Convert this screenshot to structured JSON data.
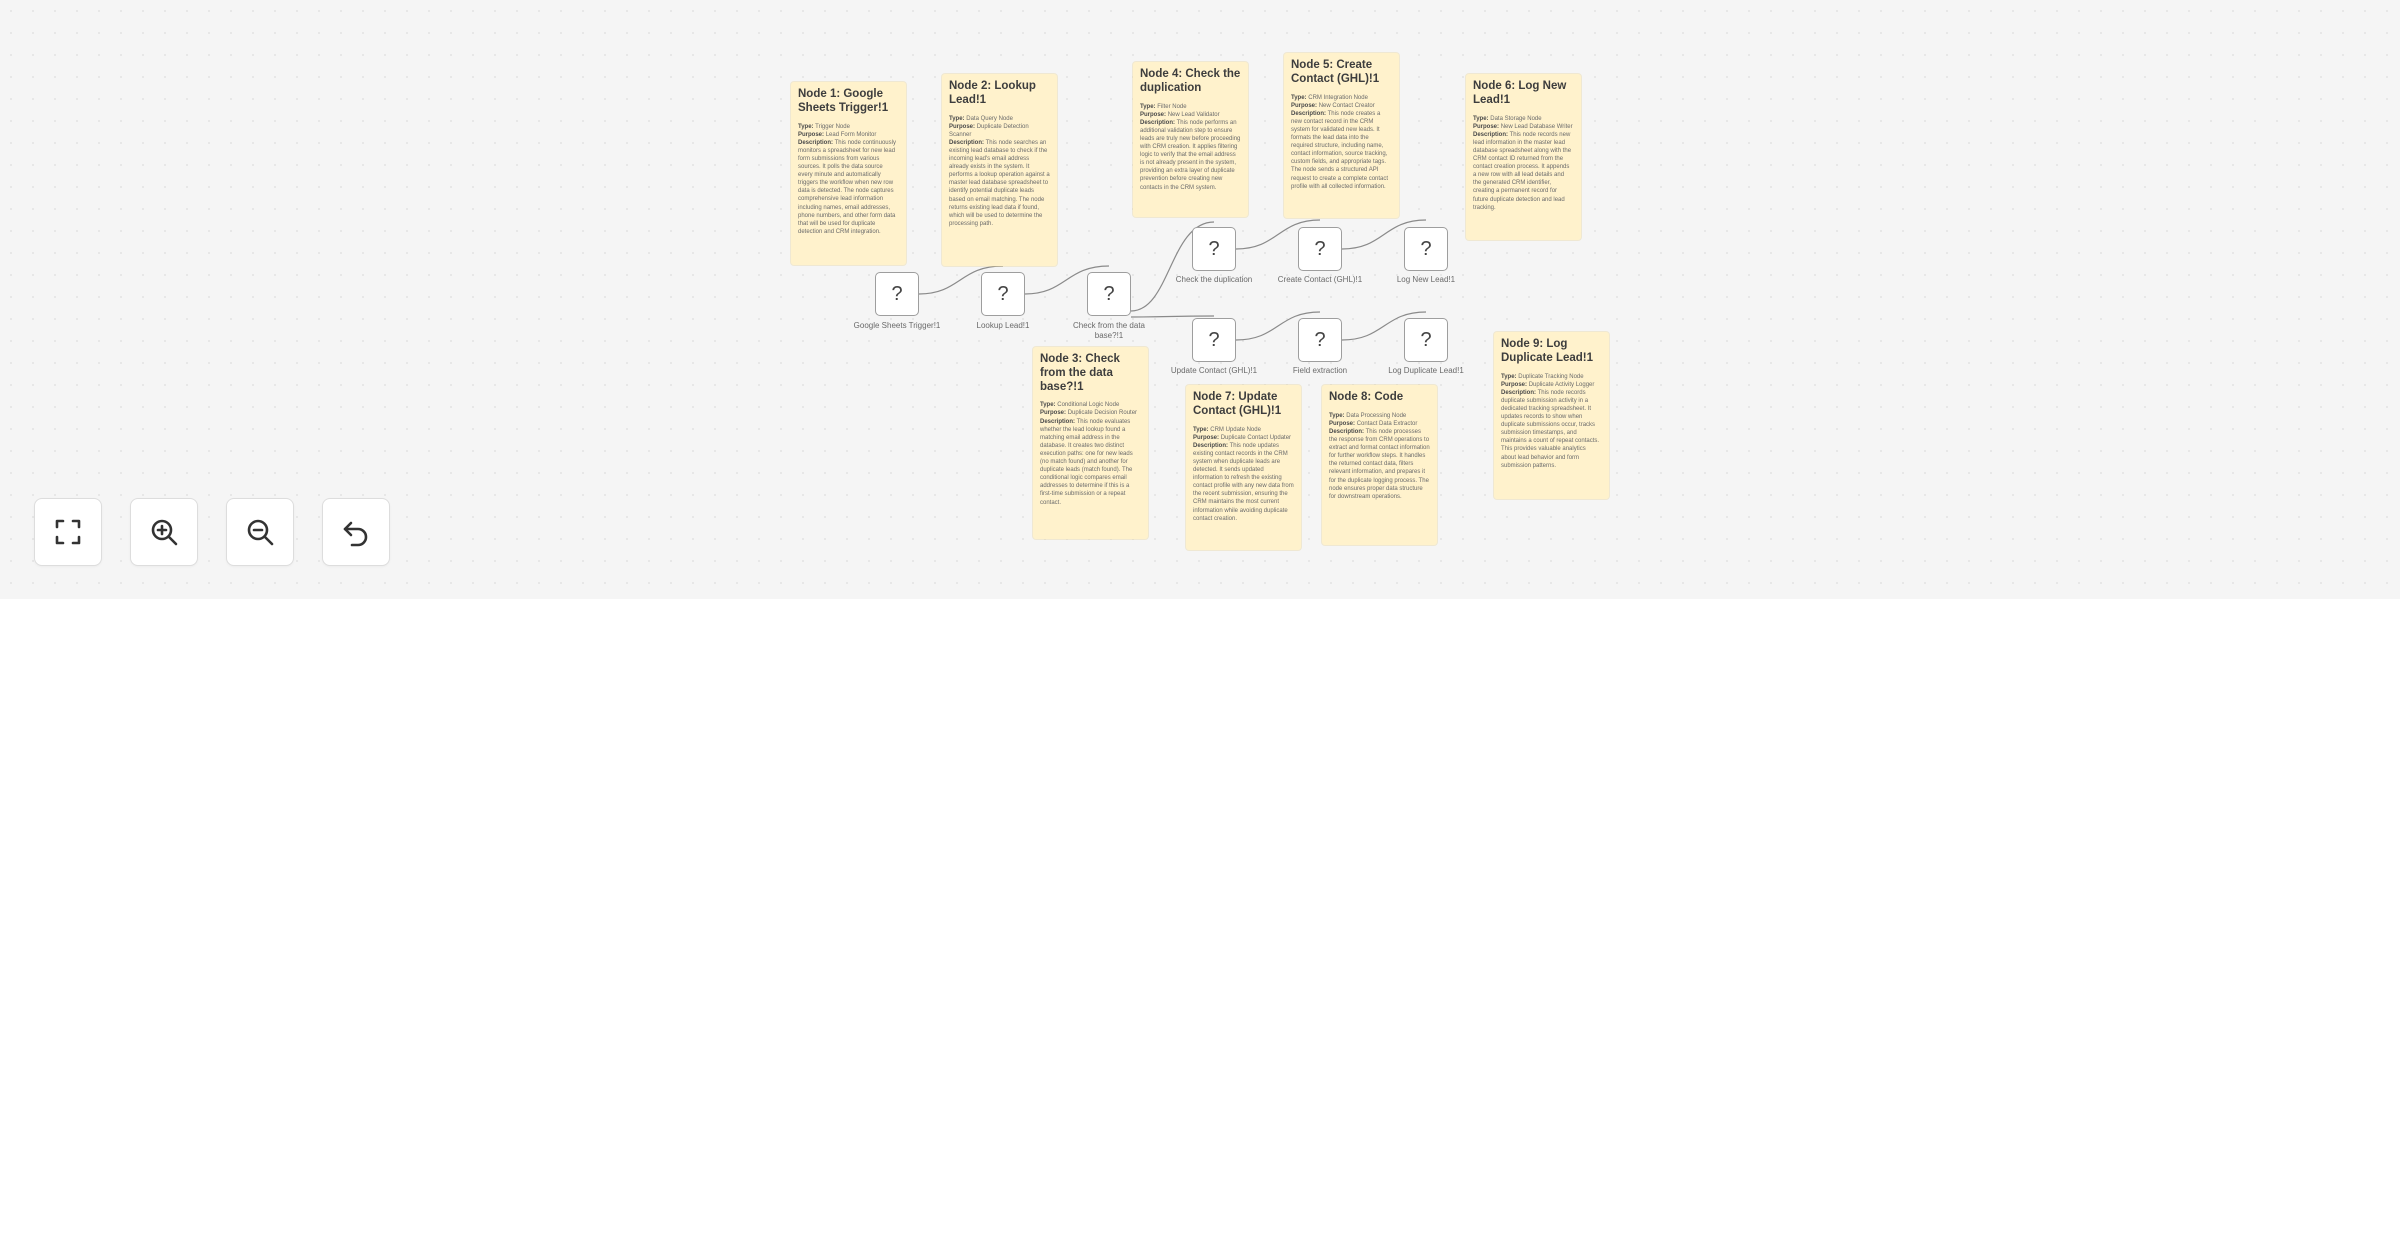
{
  "notes": [
    {
      "title": "Node 1: Google Sheets Trigger!1",
      "type": "Trigger Node",
      "purpose": "Lead Form Monitor",
      "description": "This node continuously monitors a spreadsheet for new lead form submissions from various sources. It polls the data source every minute and automatically triggers the workflow when new row data is detected. The node captures comprehensive lead information including names, email addresses, phone numbers, and other form data that will be used for duplicate detection and CRM integration."
    },
    {
      "title": "Node 2: Lookup Lead!1",
      "type": "Data Query Node",
      "purpose": "Duplicate Detection Scanner",
      "description": "This node searches an existing lead database to check if the incoming lead's email address already exists in the system. It performs a lookup operation against a master lead database spreadsheet to identify potential duplicate leads based on email matching. The node returns existing lead data if found, which will be used to determine the processing path."
    },
    {
      "title": "Node 3: Check from the data base?!1",
      "type": "Conditional Logic Node",
      "purpose": "Duplicate Decision Router",
      "description": "This node evaluates whether the lead lookup found a matching email address in the database. It creates two distinct execution paths: one for new leads (no match found) and another for duplicate leads (match found). The conditional logic compares email addresses to determine if this is a first-time submission or a repeat contact."
    },
    {
      "title": "Node 4: Check the duplication",
      "type": "Filter Node",
      "purpose": "New Lead Validator",
      "description": "This node performs an additional validation step to ensure leads are truly new before proceeding with CRM creation. It applies filtering logic to verify that the email address is not already present in the system, providing an extra layer of duplicate prevention before creating new contacts in the CRM system."
    },
    {
      "title": "Node 5: Create Contact (GHL)!1",
      "type": "CRM Integration Node",
      "purpose": "New Contact Creator",
      "description": "This node creates a new contact record in the CRM system for validated new leads. It formats the lead data into the required structure, including name, contact information, source tracking, custom fields, and appropriate tags. The node sends a structured API request to create a complete contact profile with all collected information."
    },
    {
      "title": "Node 6: Log New Lead!1",
      "type": "Data Storage Node",
      "purpose": "New Lead Database Writer",
      "description": "This node records new lead information in the master lead database spreadsheet along with the CRM contact ID returned from the contact creation process. It appends a new row with all lead details and the generated CRM identifier, creating a permanent record for future duplicate detection and lead tracking."
    },
    {
      "title": "Node 7: Update Contact (GHL)!1",
      "type": "CRM Update Node",
      "purpose": "Duplicate Contact Updater",
      "description": "This node updates existing contact records in the CRM system when duplicate leads are detected. It sends updated information to refresh the existing contact profile with any new data from the recent submission, ensuring the CRM maintains the most current information while avoiding duplicate contact creation."
    },
    {
      "title": "Node 8: Code",
      "type": "Data Processing Node",
      "purpose": "Contact Data Extractor",
      "description": "This node processes the response from CRM operations to extract and format contact information for further workflow steps. It handles the returned contact data, filters relevant information, and prepares it for the duplicate logging process. The node ensures proper data structure for downstream operations."
    },
    {
      "title": "Node 9: Log Duplicate Lead!1",
      "type": "Duplicate Tracking Node",
      "purpose": "Duplicate Activity Logger",
      "description": "This node records duplicate submission activity in a dedicated tracking spreadsheet. It updates records to show when duplicate submissions occur, tracks submission timestamps, and maintains a count of repeat contacts. This provides valuable analytics about lead behavior and form submission patterns."
    }
  ],
  "labels": {
    "type": "Type:",
    "purpose": "Purpose:",
    "description": "Description:"
  },
  "nodes": [
    {
      "icon": "?",
      "label": "Google Sheets Trigger!1"
    },
    {
      "icon": "?",
      "label": "Lookup Lead!1"
    },
    {
      "icon": "?",
      "label": "Check from the data base?!1"
    },
    {
      "icon": "?",
      "label": "Check the duplication"
    },
    {
      "icon": "?",
      "label": "Create Contact (GHL)!1"
    },
    {
      "icon": "?",
      "label": "Log New Lead!1"
    },
    {
      "icon": "?",
      "label": "Update Contact (GHL)!1"
    },
    {
      "icon": "?",
      "label": "Field extraction"
    },
    {
      "icon": "?",
      "label": "Log Duplicate Lead!1"
    }
  ],
  "controls": [
    {
      "name": "fit-view-button",
      "icon": "fullscreen-icon"
    },
    {
      "name": "zoom-in-button",
      "icon": "zoom-in-icon"
    },
    {
      "name": "zoom-out-button",
      "icon": "zoom-out-icon"
    },
    {
      "name": "reset-button",
      "icon": "undo-icon"
    }
  ],
  "colors": {
    "canvas": "#f5f5f5",
    "sticky_note": "#fff2cc",
    "node_border": "#9e9e9e",
    "edge": "#8a8a8a"
  }
}
